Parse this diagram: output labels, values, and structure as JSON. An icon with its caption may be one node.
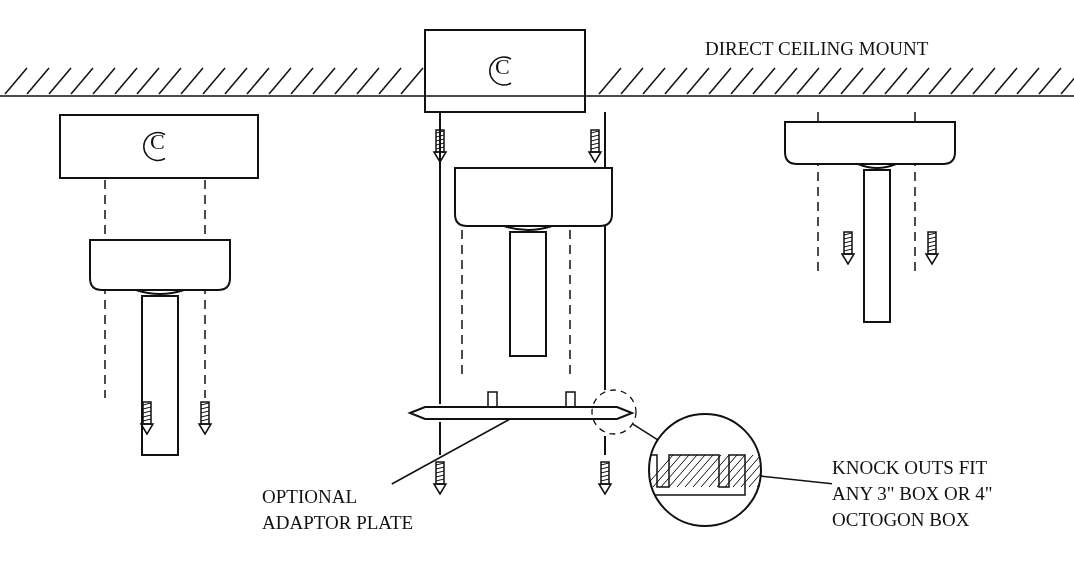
{
  "diagram": {
    "nodes": [
      {
        "text": [
          "OPTIONAL ADAPTOR PLATE"
        ]
      },
      {
        "text": [],
        "shape": "plate"
      },
      {
        "text": [
          "KNOCK OUTS FIT ANY 3\" BOX OR 4\" OCTOGON BOX"
        ]
      },
      {
        "text": [],
        "shape": "circle"
      },
      {
        "text": [],
        "shape": "circle"
      }
    ],
    "edges": [
      {
        "from": 0,
        "to": 1,
        "arrow": "none"
      },
      {
        "from": 2,
        "to": 3,
        "arrow": "none"
      },
      {
        "from": 4,
        "to": 3,
        "arrow": "none"
      }
    ],
    "labels": [
      "DIRECT CEILING MOUNT",
      "C",
      "C"
    ]
  }
}
